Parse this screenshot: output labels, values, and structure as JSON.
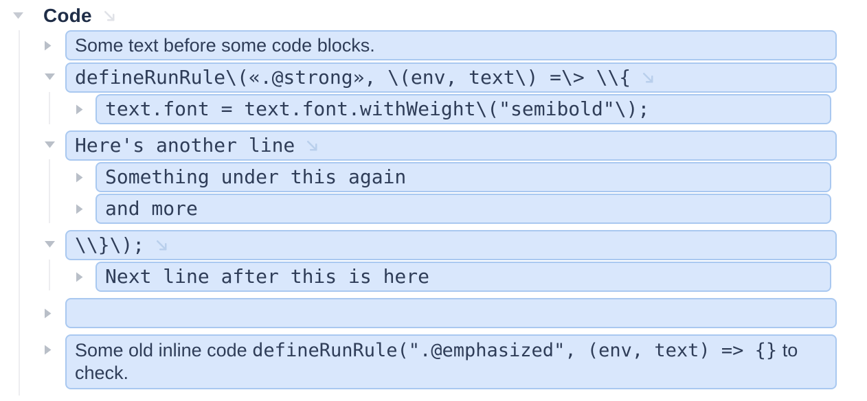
{
  "colors": {
    "page_bg": "#ffffff",
    "block_fill": "#d9e7fc",
    "block_border": "#a9c8f0",
    "text": "#2f3d58",
    "heading": "#1f2d47",
    "triangle": "#b9bfc8",
    "triangle_heading": "#c6cad2",
    "guide": "#ededf0",
    "arrow_gray": "#e0e2e7",
    "arrow_blue": "#b9cfec"
  },
  "heading": {
    "label": "Code",
    "collapse_icon": "triangle-down-icon",
    "open_icon": "arrow-down-right-icon"
  },
  "outline": {
    "rows": [
      {
        "level": 1,
        "style": "sans",
        "triangle": "right",
        "text": "Some text before some code blocks.",
        "arrow": false
      },
      {
        "level": 1,
        "style": "mono",
        "triangle": "down",
        "text": "defineRunRule\\(«.@strong», \\(env, text\\) =\\> \\\\{",
        "arrow": true
      },
      {
        "level": 2,
        "style": "mono",
        "triangle": "right",
        "text": "text.font = text.font.withWeight\\(\"semibold\"\\);",
        "arrow": false
      },
      {
        "level": 1,
        "style": "mono",
        "triangle": "down",
        "text": "Here's another line",
        "arrow": true,
        "group_start": true
      },
      {
        "level": 2,
        "style": "mono",
        "triangle": "right",
        "text": "Something under this again",
        "arrow": false
      },
      {
        "level": 2,
        "style": "mono",
        "triangle": "right",
        "text": "and more",
        "arrow": false
      },
      {
        "level": 1,
        "style": "mono",
        "triangle": "down",
        "text": "\\\\}\\);",
        "arrow": true,
        "group_start": true
      },
      {
        "level": 2,
        "style": "mono",
        "triangle": "right",
        "text": "Next line after this is here",
        "arrow": false
      },
      {
        "level": 1,
        "style": "sans",
        "triangle": "right",
        "text": "",
        "arrow": false,
        "empty": true,
        "group_start": true
      },
      {
        "level": 1,
        "style": "mixed",
        "triangle": "right",
        "arrow": false,
        "group_start": true,
        "segments": [
          {
            "style": "sans",
            "text": "Some old inline code "
          },
          {
            "style": "mono",
            "text": "defineRunRule(\".@emphasized\", (env, text) => {}"
          },
          {
            "style": "sans",
            "text": " to check."
          }
        ]
      }
    ]
  }
}
